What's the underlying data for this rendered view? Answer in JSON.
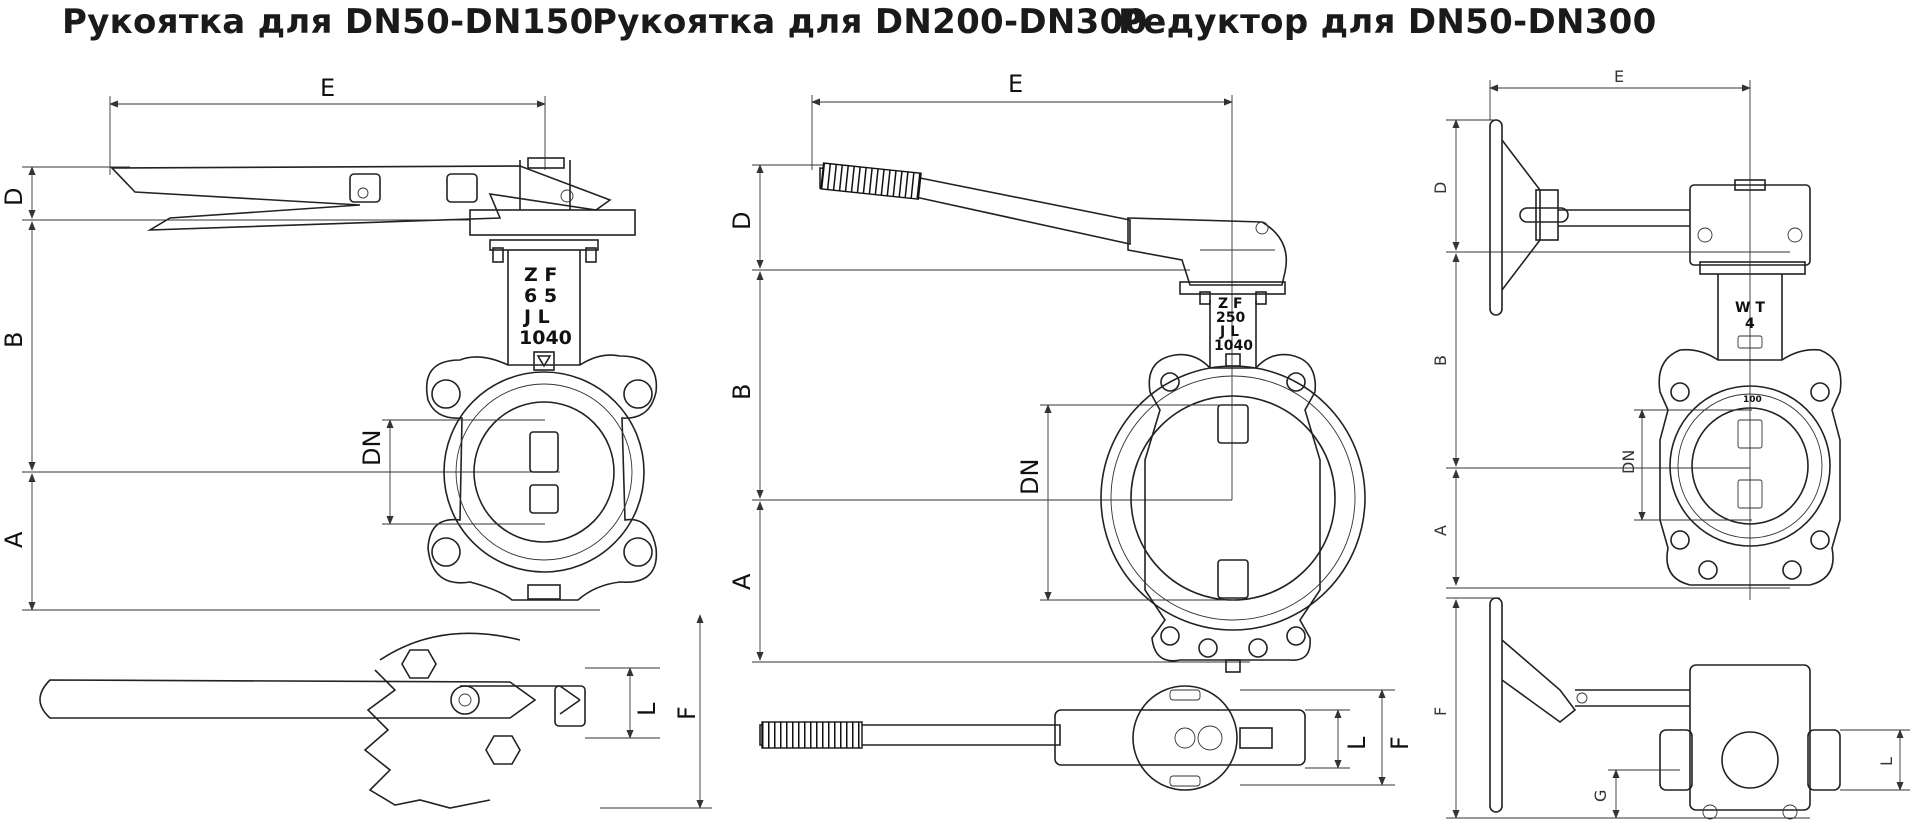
{
  "titles": {
    "left": "Рукоятка для DN50-DN150",
    "middle": "Рукоятка для DN200-DN300",
    "right": "Редуктор для DN50-DN300"
  },
  "dimensions": {
    "E": "E",
    "D": "D",
    "B": "B",
    "A": "A",
    "DN": "DN",
    "L": "L",
    "F": "F",
    "G": "G"
  },
  "body_markings": {
    "left": {
      "r1": "Z F",
      "r2": "6 5",
      "r3": "J L",
      "r4": "1040"
    },
    "middle": {
      "r1": "Z F",
      "r2": "250",
      "r3": "J L",
      "r4": "1040"
    },
    "right": {
      "r1": "W T",
      "r2": "4",
      "disc": "100"
    }
  }
}
